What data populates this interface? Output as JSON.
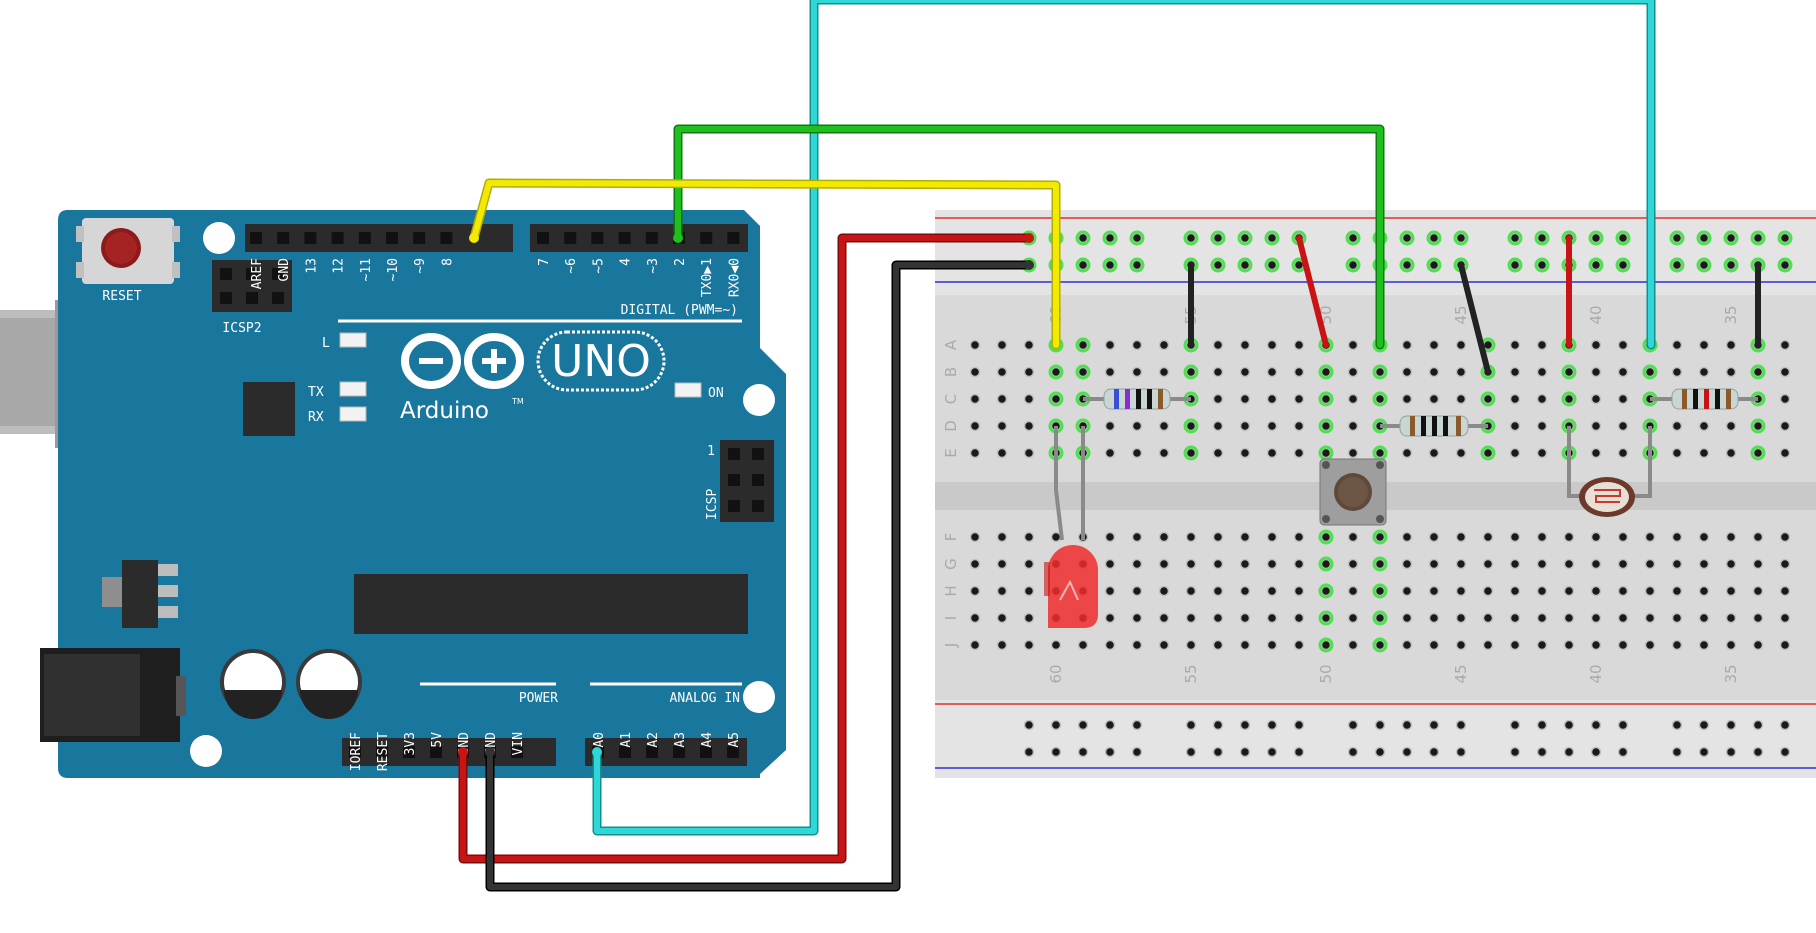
{
  "board": {
    "reset_label": "RESET",
    "icsp2_label": "ICSP2",
    "icsp_label": "ICSP",
    "icsp_pin1": "1",
    "led_l": "L",
    "led_tx": "TX",
    "led_rx": "RX",
    "led_on": "ON",
    "logo_text": "Arduino",
    "model": "UNO",
    "trademark": "TM",
    "digital_label": "DIGITAL (PWM=~)",
    "power_label": "POWER",
    "analog_label": "ANALOG IN",
    "digital_pins_left": [
      "AREF",
      "GND",
      "13",
      "12",
      "~11",
      "~10",
      "~9",
      "8"
    ],
    "digital_pins_right": [
      "7",
      "~6",
      "~5",
      "4",
      "~3",
      "2",
      "TX0▶1",
      "RX0◀0"
    ],
    "power_pins": [
      "IOREF",
      "RESET",
      "3V3",
      "5V",
      "GND",
      "GND",
      "VIN"
    ],
    "analog_pins": [
      "A0",
      "A1",
      "A2",
      "A3",
      "A4",
      "A5"
    ]
  },
  "breadboard": {
    "rows_top": [
      "A",
      "B",
      "C",
      "D",
      "E"
    ],
    "rows_bottom": [
      "F",
      "G",
      "H",
      "I",
      "J"
    ],
    "column_numbers": [
      "60",
      "55",
      "50",
      "45",
      "40",
      "35"
    ]
  },
  "colors": {
    "board": "#19769d",
    "wire_yellow": "#f2ea00",
    "wire_green": "#1fbf1f",
    "wire_cyan": "#2fd7d7",
    "wire_red": "#c81414",
    "wire_black": "#262626",
    "led_red": "#ee2c2c"
  }
}
